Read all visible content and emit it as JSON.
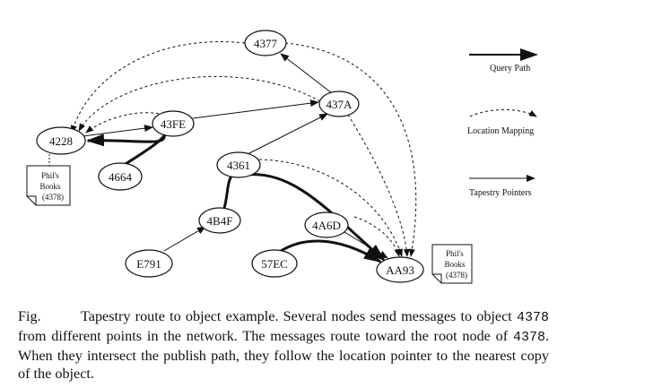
{
  "nodes": [
    {
      "id": "4377",
      "label": "4377"
    },
    {
      "id": "437A",
      "label": "437A"
    },
    {
      "id": "43FE",
      "label": "43FE"
    },
    {
      "id": "4228",
      "label": "4228"
    },
    {
      "id": "4664",
      "label": "4664"
    },
    {
      "id": "4361",
      "label": "4361"
    },
    {
      "id": "4B4F",
      "label": "4B4F"
    },
    {
      "id": "E791",
      "label": "E791"
    },
    {
      "id": "4A6D",
      "label": "4A6D"
    },
    {
      "id": "57EC",
      "label": "57EC"
    },
    {
      "id": "AA93",
      "label": "AA93"
    }
  ],
  "documents": [
    {
      "id": "doc-left",
      "lines": [
        "Phil's",
        "Books",
        "(4378)"
      ]
    },
    {
      "id": "doc-right",
      "lines": [
        "Phil's",
        "Books",
        "(4378)"
      ]
    }
  ],
  "legend": {
    "query_path": "Query Path",
    "location_mapping": "Location Mapping",
    "tapestry_pointers": "Tapestry Pointers"
  },
  "edges": {
    "tapestry_pointers": [
      [
        "4228",
        "43FE"
      ],
      [
        "43FE",
        "437A"
      ],
      [
        "437A",
        "4377"
      ],
      [
        "4361",
        "437A"
      ],
      [
        "4B4F",
        "4361"
      ],
      [
        "E791",
        "4B4F"
      ],
      [
        "4A6D",
        "AA93"
      ]
    ],
    "query_paths": [
      [
        "4664",
        "43FE"
      ],
      [
        "43FE",
        "4228"
      ],
      [
        "4B4F",
        "4361"
      ],
      [
        "4361",
        "AA93"
      ],
      [
        "57EC",
        "AA93"
      ]
    ],
    "location_mappings": [
      [
        "4377",
        "4228"
      ],
      [
        "4377",
        "AA93"
      ],
      [
        "437A",
        "4228"
      ],
      [
        "437A",
        "AA93"
      ],
      [
        "43FE",
        "4228"
      ],
      [
        "4361",
        "AA93"
      ],
      [
        "4A6D",
        "AA93"
      ]
    ]
  },
  "caption": {
    "fig_label": "Fig.",
    "part1": "Tapestry route to object example. Several nodes send messages to object ",
    "code1": "4378",
    "part2": " from different points in the network. The messages route toward the root node of ",
    "code2": "4378",
    "part3": ". When they intersect the publish path, they follow the location pointer to the nearest copy of the object."
  }
}
